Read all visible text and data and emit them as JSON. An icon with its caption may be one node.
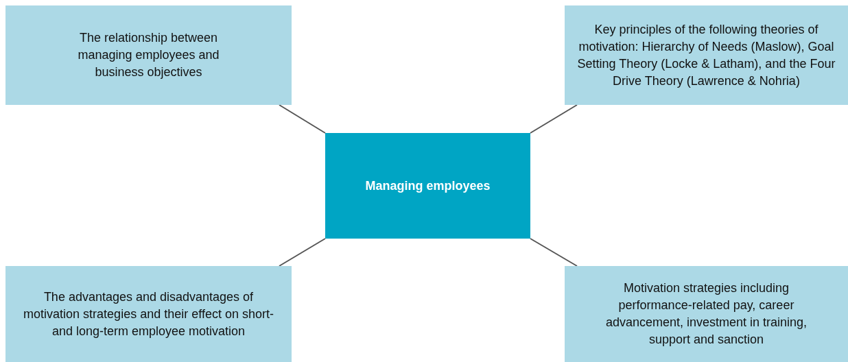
{
  "diagram": {
    "nodes": [
      {
        "text": [
          "The relationship between managing employees and business objectives"
        ]
      },
      {
        "text": [
          "Key principles of the following theories of motivation: Hierarchy of Needs (Maslow), Goal Setting Theory (Locke & Latham), and the Four Drive Theory (Lawrence & Nohria)"
        ]
      },
      {
        "text": [
          "Managing employees"
        ]
      },
      {
        "text": [
          "The advantages and disadvantages of motivation strategies and their effect on short- and long-term employee motivation"
        ]
      },
      {
        "text": [
          "Motivation strategies including performance-related pay, career advancement, investment in training, support and sanction"
        ]
      }
    ],
    "edges": [
      {
        "from": 2,
        "to": 0,
        "arrow": "none"
      },
      {
        "from": 2,
        "to": 1,
        "arrow": "none"
      },
      {
        "from": 2,
        "to": 3,
        "arrow": "none"
      },
      {
        "from": 2,
        "to": 4,
        "arrow": "none"
      }
    ]
  }
}
